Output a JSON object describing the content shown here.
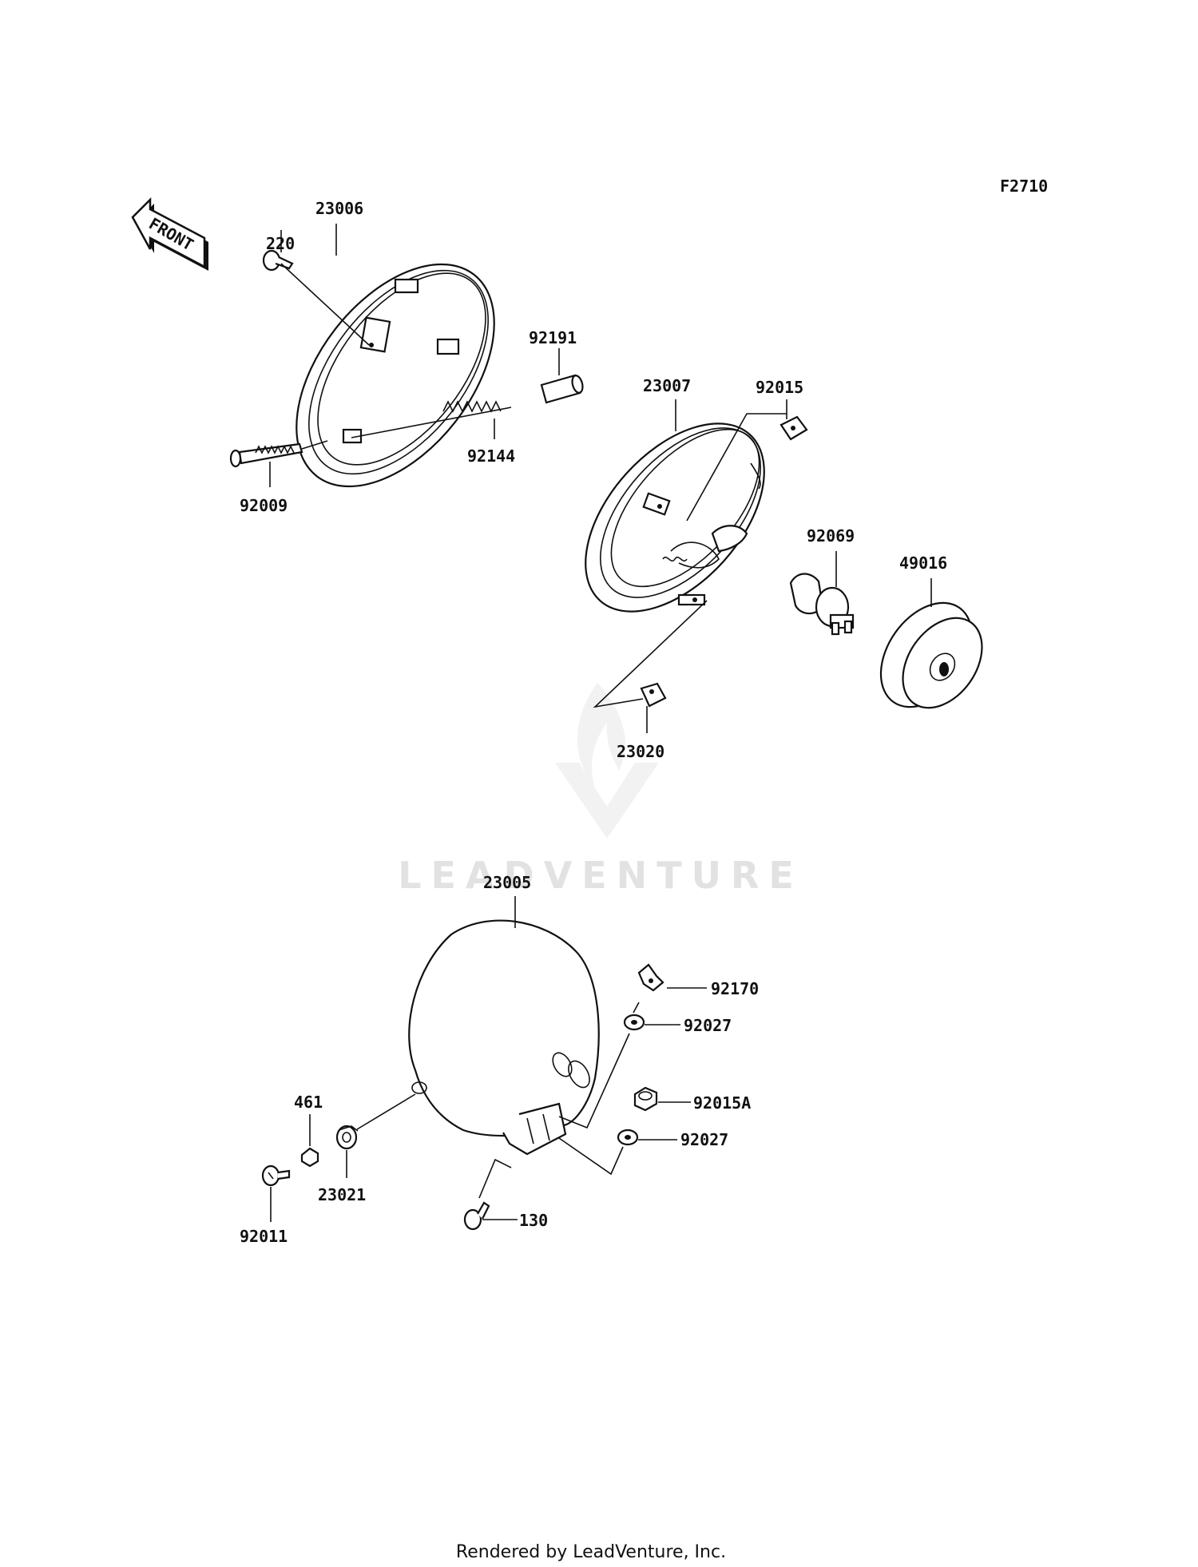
{
  "figure_code": "F2710",
  "front_arrow_label": "FRONT",
  "watermark": "LEADVENTURE",
  "footer": "Rendered by LeadVenture, Inc.",
  "callouts": {
    "p23006": "23006",
    "p220": "220",
    "p92191": "92191",
    "p23007": "23007",
    "p92015": "92015",
    "p92144": "92144",
    "p92009": "92009",
    "p92069": "92069",
    "p49016": "49016",
    "p23020": "23020",
    "p23005": "23005",
    "p92170": "92170",
    "p92027a": "92027",
    "p461": "461",
    "p92015A": "92015A",
    "p92027b": "92027",
    "p23021": "23021",
    "p92011": "92011",
    "p130": "130"
  }
}
